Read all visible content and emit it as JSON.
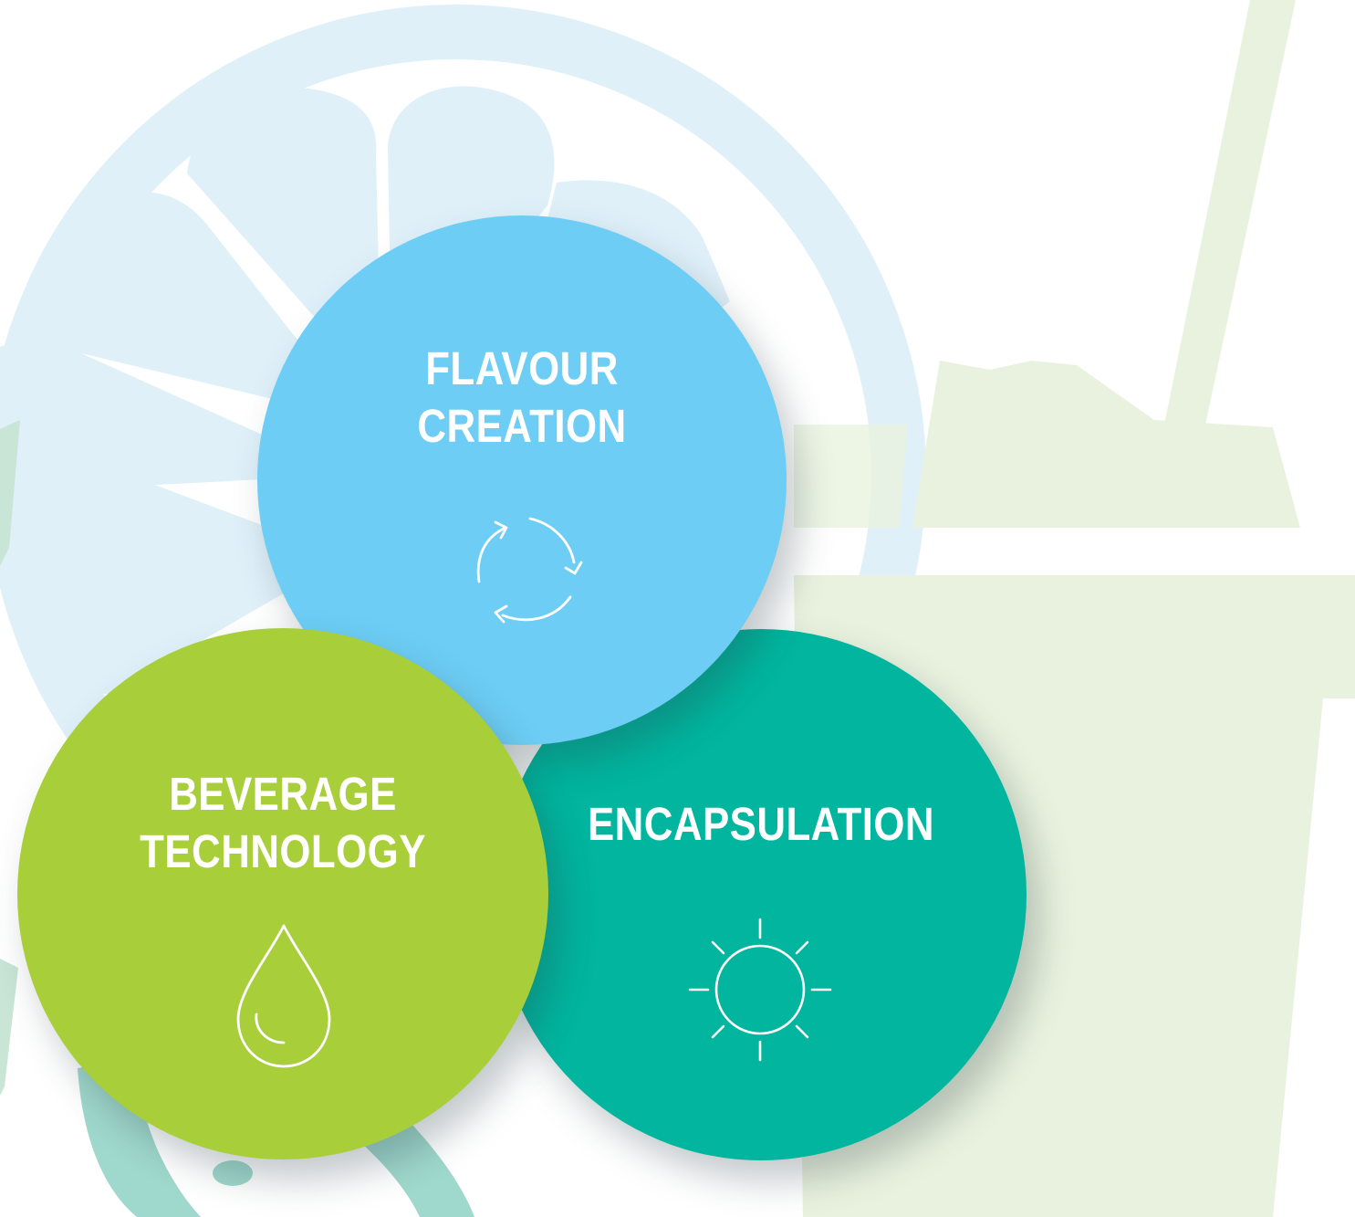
{
  "colors": {
    "flavour": "#6dcdf4",
    "beverage": "#a8ce3a",
    "encapsulation": "#01b59e",
    "background_lime": "#dff0f9",
    "background_cup": "#e9f2de",
    "background_straw": "#c8e5d6"
  },
  "circles": {
    "flavour": {
      "line1": "FLAVOUR",
      "line2": "CREATION",
      "icon": "refresh-cycle-icon"
    },
    "beverage": {
      "line1": "BEVERAGE",
      "line2": "TECHNOLOGY",
      "icon": "water-drop-icon"
    },
    "encapsulation": {
      "line1": "ENCAPSULATION",
      "icon": "sun-icon"
    }
  }
}
